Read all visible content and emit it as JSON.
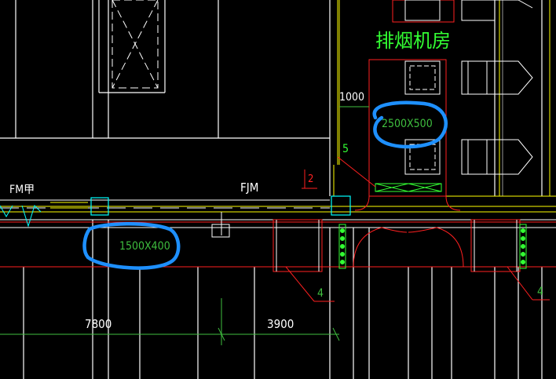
{
  "room_label": "排烟机房",
  "dims": {
    "d1000": "1000",
    "d7800": "7800",
    "d3900": "3900"
  },
  "duct_sizes": {
    "main": "2500X500",
    "branch": "1500X400"
  },
  "door_tags": {
    "fmjia": "FM甲",
    "fjm": "FJM"
  },
  "callouts": {
    "c2": "2",
    "c5": "5",
    "c4a": "4",
    "c4b": "4"
  },
  "colors": {
    "background": "#000000",
    "wall": "#ffffff",
    "red_line": "#ff2020",
    "yellow_line": "#ffff00",
    "green_text": "#33ff33",
    "cyan_column": "#00ffff",
    "highlight_blue": "#1e90ff",
    "dim_green": "#3fbf3f"
  }
}
